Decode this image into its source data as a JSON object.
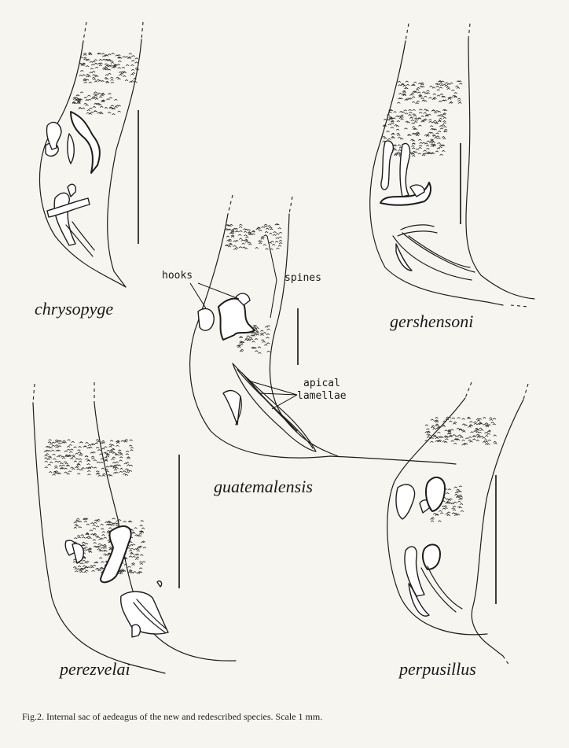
{
  "figure": {
    "panels": [
      {
        "id": "chrysopyge",
        "species": "chrysopyge"
      },
      {
        "id": "guatemalensis",
        "species": "guatemalensis"
      },
      {
        "id": "gershensoni",
        "species": "gershensoni"
      },
      {
        "id": "perezvelai",
        "species": "perezvelai"
      },
      {
        "id": "perpusillus",
        "species": "perpusillus"
      }
    ],
    "labels": {
      "hooks": "hooks",
      "spines": "spines",
      "apical_line1": "apical",
      "apical_line2": "lamellae"
    },
    "caption": "Fig.2. Internal sac of aedeagus of the new and redescribed species. Scale 1 mm."
  }
}
